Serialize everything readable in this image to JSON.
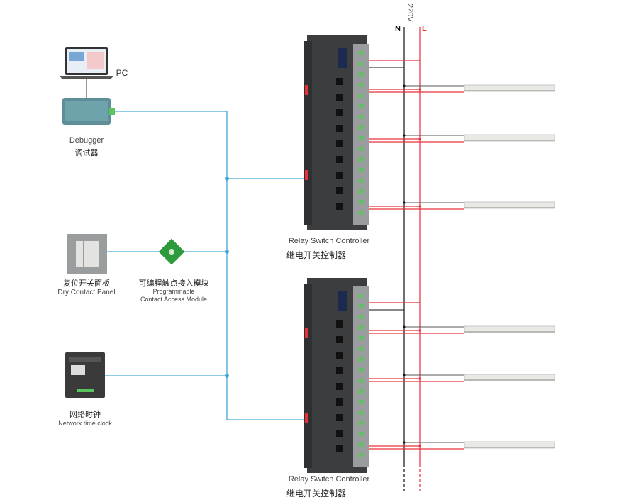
{
  "colors": {
    "bus": "#45a8d6",
    "live": "#e8303a",
    "neutral": "#111111"
  },
  "pc": {
    "label": "PC"
  },
  "debugger": {
    "label_en": "Debugger",
    "label_cn": "调试器"
  },
  "dry_panel": {
    "label_cn": "复位开关面板",
    "label_en": "Dry Contact Panel"
  },
  "module": {
    "label_cn": "可编程触点接入模块",
    "label_en_1": "Programmable",
    "label_en_2": "Contact Access Module"
  },
  "clock": {
    "label_cn": "网络时钟",
    "label_en": "Network time clock"
  },
  "controllers": [
    {
      "label_en": "Relay Switch Controller",
      "label_cn": "继电开关控制器"
    },
    {
      "label_en": "Relay Switch Controller",
      "label_cn": "继电开关控制器"
    }
  ],
  "power": {
    "voltage": "220V",
    "neutral": "N",
    "live": "L"
  }
}
